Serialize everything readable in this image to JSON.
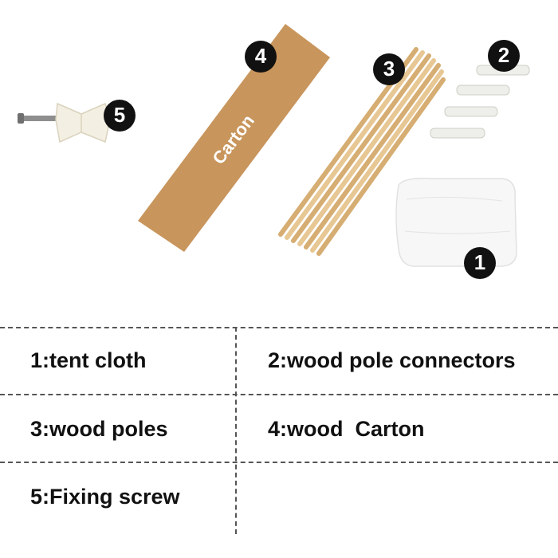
{
  "carton_label": "Carton",
  "badges": [
    "1",
    "2",
    "3",
    "4",
    "5"
  ],
  "legend": {
    "item1": "1:tent cloth",
    "item2": "2:wood pole connectors",
    "item3": "3:wood poles",
    "item4": "4:wood  Carton",
    "item5": "5:Fixing screw"
  },
  "colors": {
    "carton": "#c8955c",
    "wood": "#e3c08a",
    "badge": "#111111",
    "divider": "#555555"
  }
}
